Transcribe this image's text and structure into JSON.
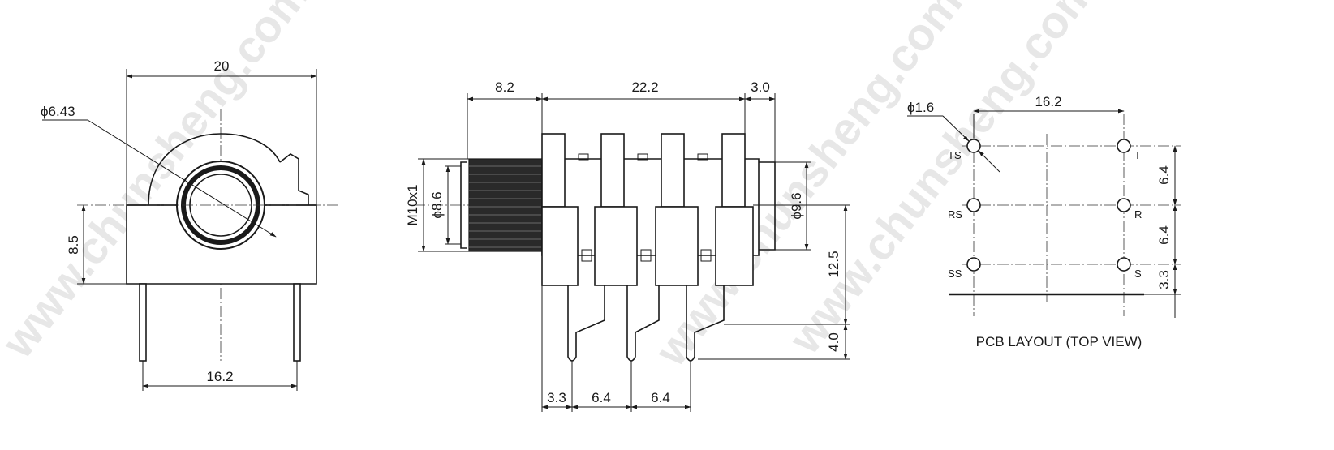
{
  "watermark": "www.chunsheng.com",
  "front_view": {
    "width": "20",
    "bore_diameter": "ϕ6.43",
    "center_height": "8.5",
    "pin_spacing": "16.2"
  },
  "side_view": {
    "thread_length": "8.2",
    "body_length": "22.2",
    "rear_length": "3.0",
    "thread_spec": "M10x1",
    "thread_diameter": "ϕ8.6",
    "body_diameter": "ϕ9.6",
    "body_height": "12.5",
    "pin_length": "4.0",
    "pin_offset": "3.3",
    "pin_pitch_1": "6.4",
    "pin_pitch_2": "6.4"
  },
  "pcb_layout": {
    "hole_diameter": "ϕ1.6",
    "hole_spacing": "16.2",
    "row_pitch_1": "6.4",
    "row_pitch_2": "6.4",
    "edge_offset": "3.3",
    "pins": {
      "ts": "TS",
      "rs": "RS",
      "ss": "SS",
      "t": "T",
      "r": "R",
      "s": "S"
    },
    "caption": "PCB LAYOUT (TOP VIEW)"
  },
  "colors": {
    "line": "#1a1a1a",
    "thread_fill": "#2a2a2a",
    "watermark": "#d4d4d4"
  }
}
